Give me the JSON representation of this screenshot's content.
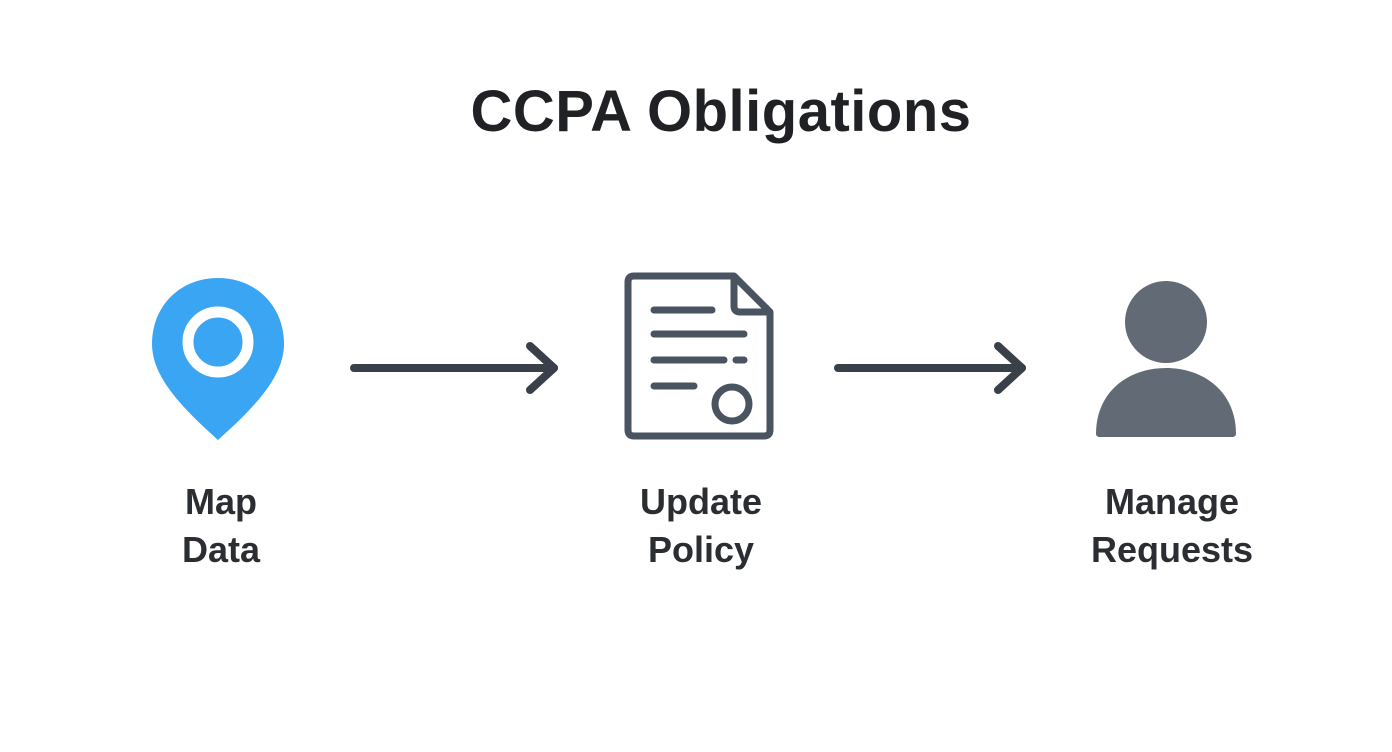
{
  "title": "CCPA Obligations",
  "colors": {
    "pin": "#3aa5f2",
    "dark_icon": "#4a5360",
    "person": "#626b75",
    "text": "#2a2d31"
  },
  "steps": [
    {
      "icon": "location-pin-icon",
      "line1": "Map",
      "line2": "Data"
    },
    {
      "icon": "policy-document-icon",
      "line1": "Update",
      "line2": "Policy"
    },
    {
      "icon": "person-icon",
      "line1": "Manage",
      "line2": "Requests"
    }
  ],
  "connectors": [
    "arrow-right-icon",
    "arrow-right-icon"
  ]
}
